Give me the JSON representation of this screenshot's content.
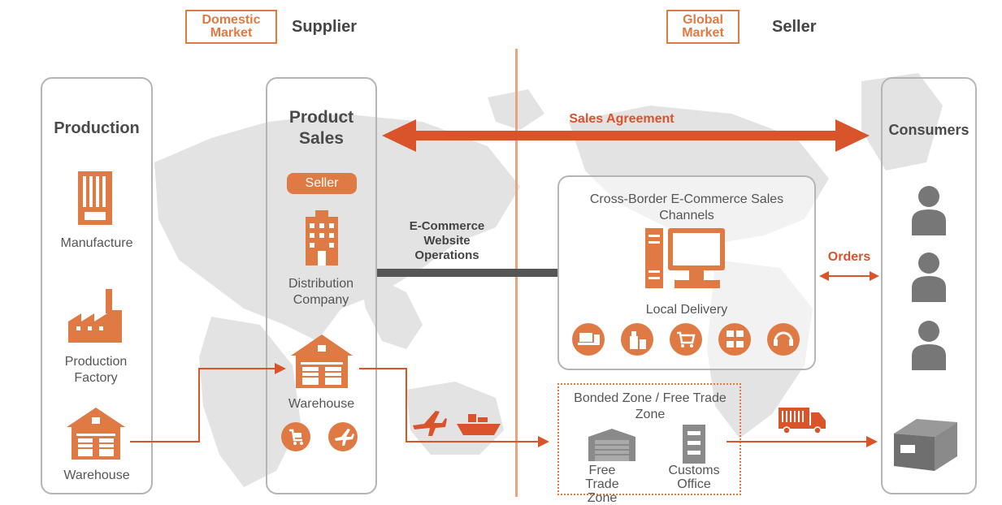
{
  "header": {
    "domestic_tag": "Domestic Market",
    "supplier": "Supplier",
    "global_tag": "Global Market",
    "seller": "Seller"
  },
  "production": {
    "title": "Production",
    "manufacture": "Manufacture",
    "factory": "Production Factory",
    "warehouse": "Warehouse"
  },
  "product_sales": {
    "title": "Product Sales",
    "seller_badge": "Seller",
    "distribution": "Distribution Company",
    "warehouse": "Warehouse"
  },
  "ecommerce_ops": "E-Commerce Website Operations",
  "sales_agreement": "Sales Agreement",
  "channels": {
    "title": "Cross-Border E-Commerce Sales Channels",
    "local_delivery": "Local Delivery"
  },
  "orders": "Orders",
  "bonded": {
    "title": "Bonded Zone / Free Trade Zone",
    "free_trade": "Free Trade Zone",
    "customs": "Customs Office"
  },
  "consumers": {
    "title": "Consumers"
  },
  "colors": {
    "accent": "#d9532b",
    "icon": "#e07a45",
    "line": "#b5b5b5",
    "dark_line": "#555555",
    "map": "#dedede"
  }
}
